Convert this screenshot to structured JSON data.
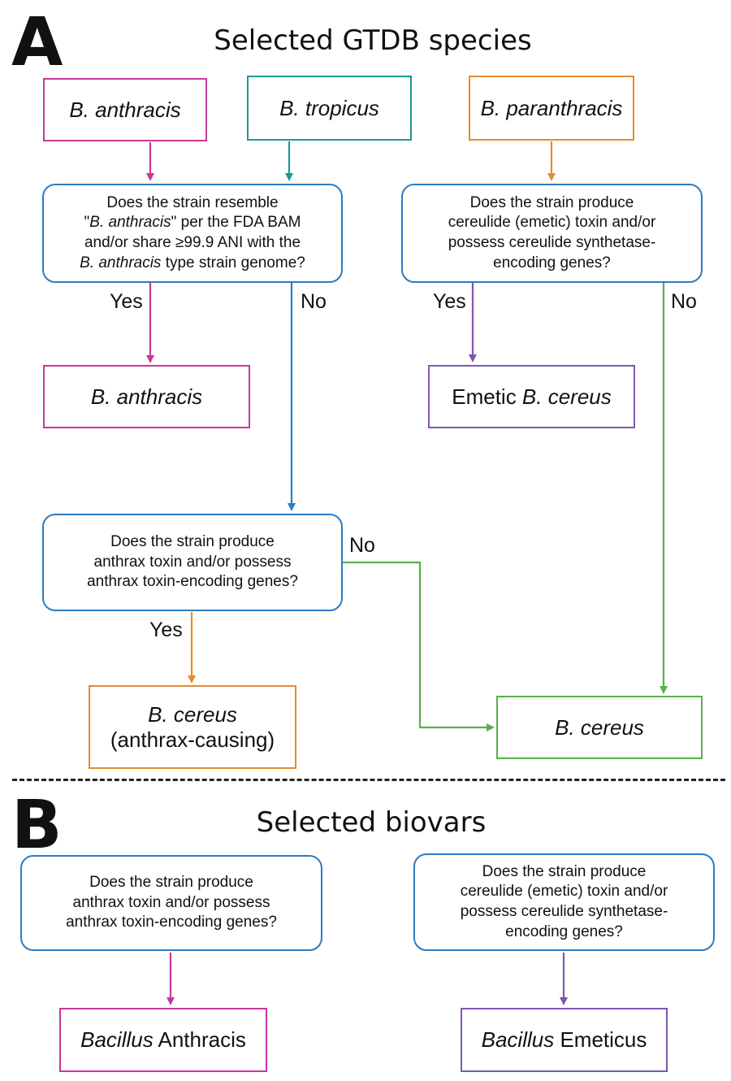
{
  "panel_a": {
    "letter": "A",
    "title": "Selected GTDB species",
    "species": {
      "anthracis": "B. anthracis",
      "tropicus": "B. tropicus",
      "paranthracis": "B. paranthracis"
    },
    "q1": {
      "l1": "Does the strain resemble",
      "l2_q1": "\"",
      "l2_em": "B. anthracis",
      "l2_q2": "\"",
      "l2_rest": " per the FDA BAM",
      "l3": "and/or share ≥99.9 ANI with the",
      "l4_em": "B. anthracis",
      "l4_rest": " type strain genome?"
    },
    "q2": {
      "l1": "Does the strain produce",
      "l2": "cereulide (emetic) toxin and/or",
      "l3": "possess cereulide synthetase-",
      "l4": "encoding genes?"
    },
    "q3": {
      "l1": "Does the strain produce",
      "l2": "anthrax toxin and/or possess",
      "l3": "anthrax toxin-encoding genes?"
    },
    "results": {
      "anthracis": "B. anthracis",
      "emetic_prefix": "Emetic ",
      "emetic_em": "B. cereus",
      "cereus_anthrax_em": "B. cereus",
      "cereus_anthrax_sub": "(anthrax-causing)",
      "cereus": "B. cereus"
    },
    "labels": {
      "yes1": "Yes",
      "no1": "No",
      "yes2": "Yes",
      "no2": "No",
      "no3": "No",
      "yes3": "Yes"
    }
  },
  "panel_b": {
    "letter": "B",
    "title": "Selected biovars",
    "q_left": {
      "l1": "Does the strain produce",
      "l2": "anthrax toxin and/or possess",
      "l3": "anthrax toxin-encoding genes?"
    },
    "q_right": {
      "l1": "Does the strain produce",
      "l2": "cereulide (emetic) toxin and/or",
      "l3": "possess cereulide synthetase-",
      "l4": "encoding genes?"
    },
    "result_left_em": "Bacillus",
    "result_left_rest": " Anthracis",
    "result_right_em": "Bacillus",
    "result_right_rest": " Emeticus"
  },
  "colors": {
    "magenta": "#c8379b",
    "teal": "#1a9a93",
    "orange": "#e8892c",
    "blue": "#2b7cc4",
    "purple": "#7e57b0",
    "green": "#58b04a"
  }
}
